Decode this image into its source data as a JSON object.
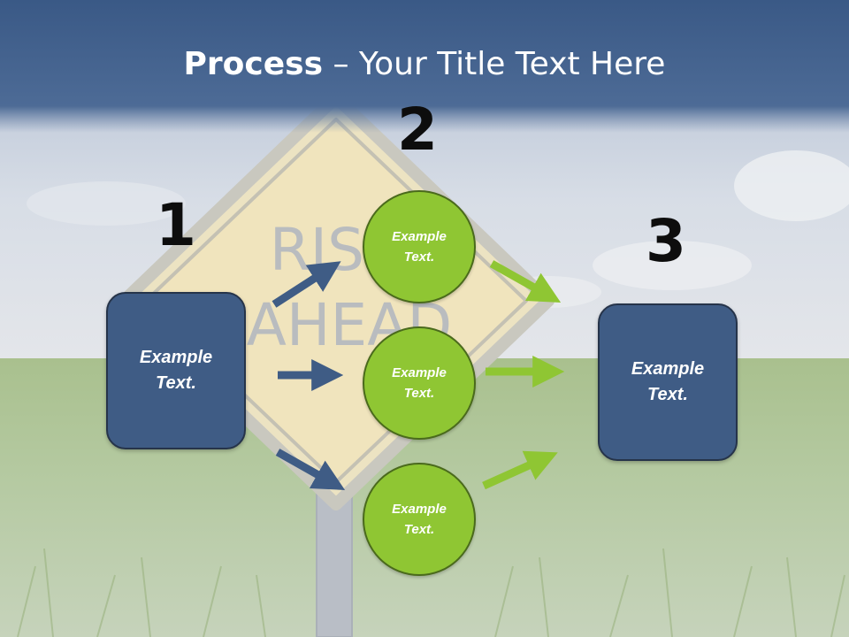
{
  "title": {
    "bold": "Process",
    "rest": " – Your Title Text Here"
  },
  "steps": [
    "1",
    "2",
    "3"
  ],
  "input_box": {
    "line1": "Example",
    "line2": "Text."
  },
  "output_box": {
    "line1": "Example",
    "line2": "Text."
  },
  "circles": [
    {
      "line1": "Example",
      "line2": "Text."
    },
    {
      "line1": "Example",
      "line2": "Text."
    },
    {
      "line1": "Example",
      "line2": "Text."
    }
  ],
  "background_sign_text": {
    "line1": "RISK",
    "line2": "AHEAD"
  },
  "colors": {
    "title_band": "#4a6893",
    "box": "#3f5c85",
    "circle": "#8fc633",
    "blue_arrow": "#3f5c85",
    "green_arrow": "#8fc633"
  }
}
